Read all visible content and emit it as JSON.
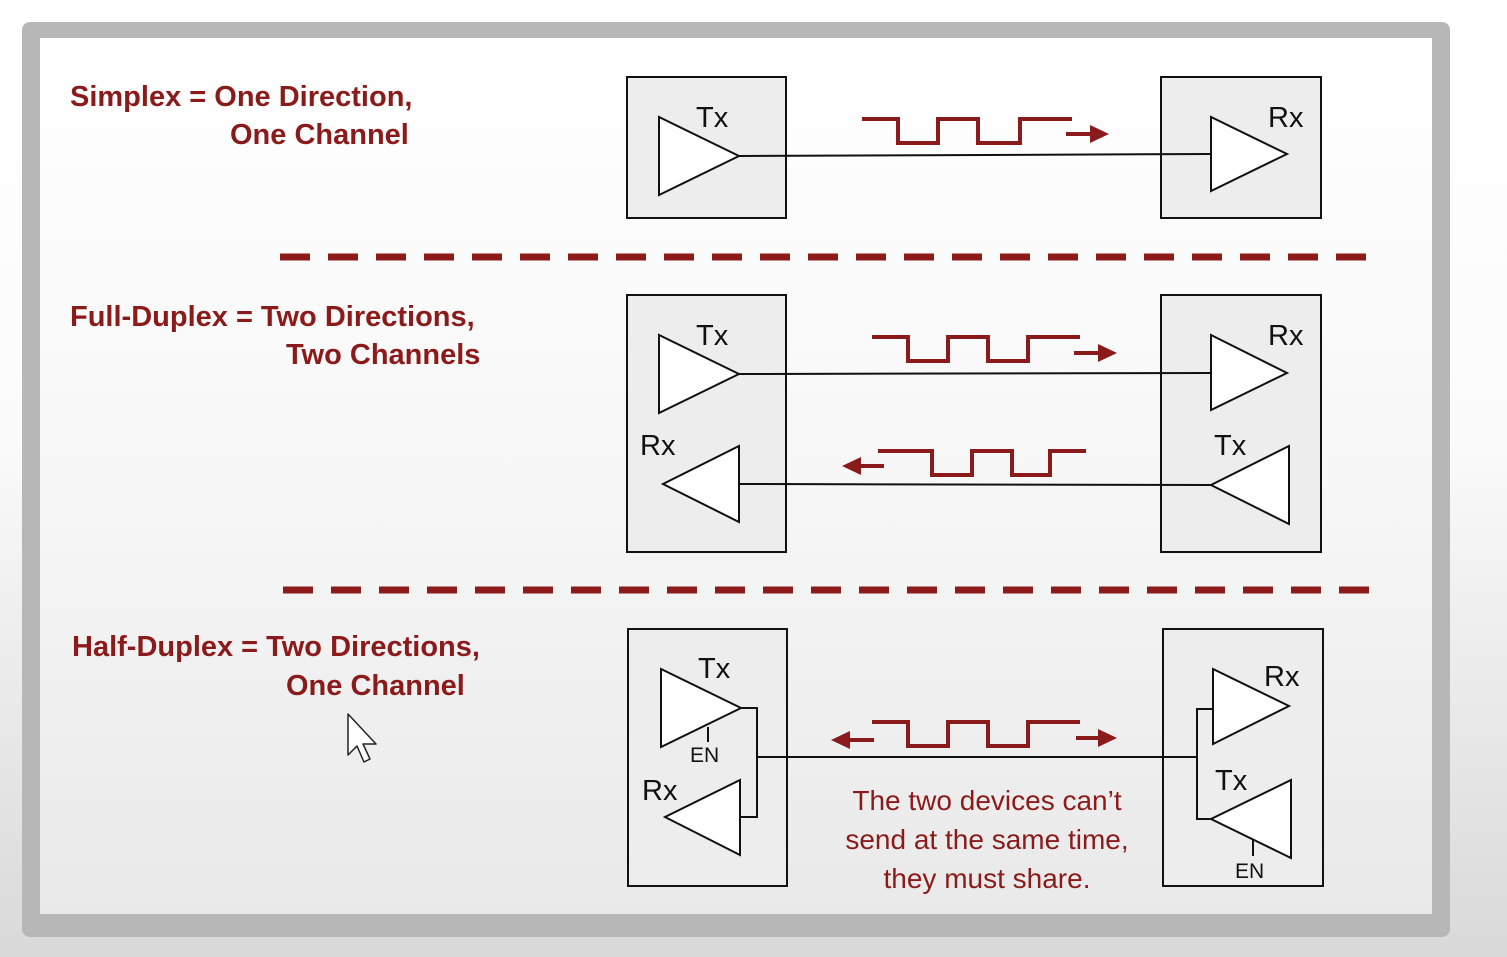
{
  "slide": {
    "sections": [
      {
        "id": "simplex",
        "title_line1": "Simplex = One Direction,",
        "title_line2": "One Channel"
      },
      {
        "id": "full-duplex",
        "title_line1": "Full-Duplex = Two Directions,",
        "title_line2": "Two Channels"
      },
      {
        "id": "half-duplex",
        "title_line1": "Half-Duplex = Two Directions,",
        "title_line2": "One Channel"
      }
    ],
    "labels": {
      "tx": "Tx",
      "rx": "Rx",
      "en": "EN"
    },
    "note_line1": "The two devices can’t",
    "note_line2": "send at the same time,",
    "note_line3": "they must share."
  },
  "colors": {
    "accent": "#8B1A1A",
    "line": "#111111",
    "box_fill": "#EDEDED",
    "frame": "#B5B5B5"
  }
}
